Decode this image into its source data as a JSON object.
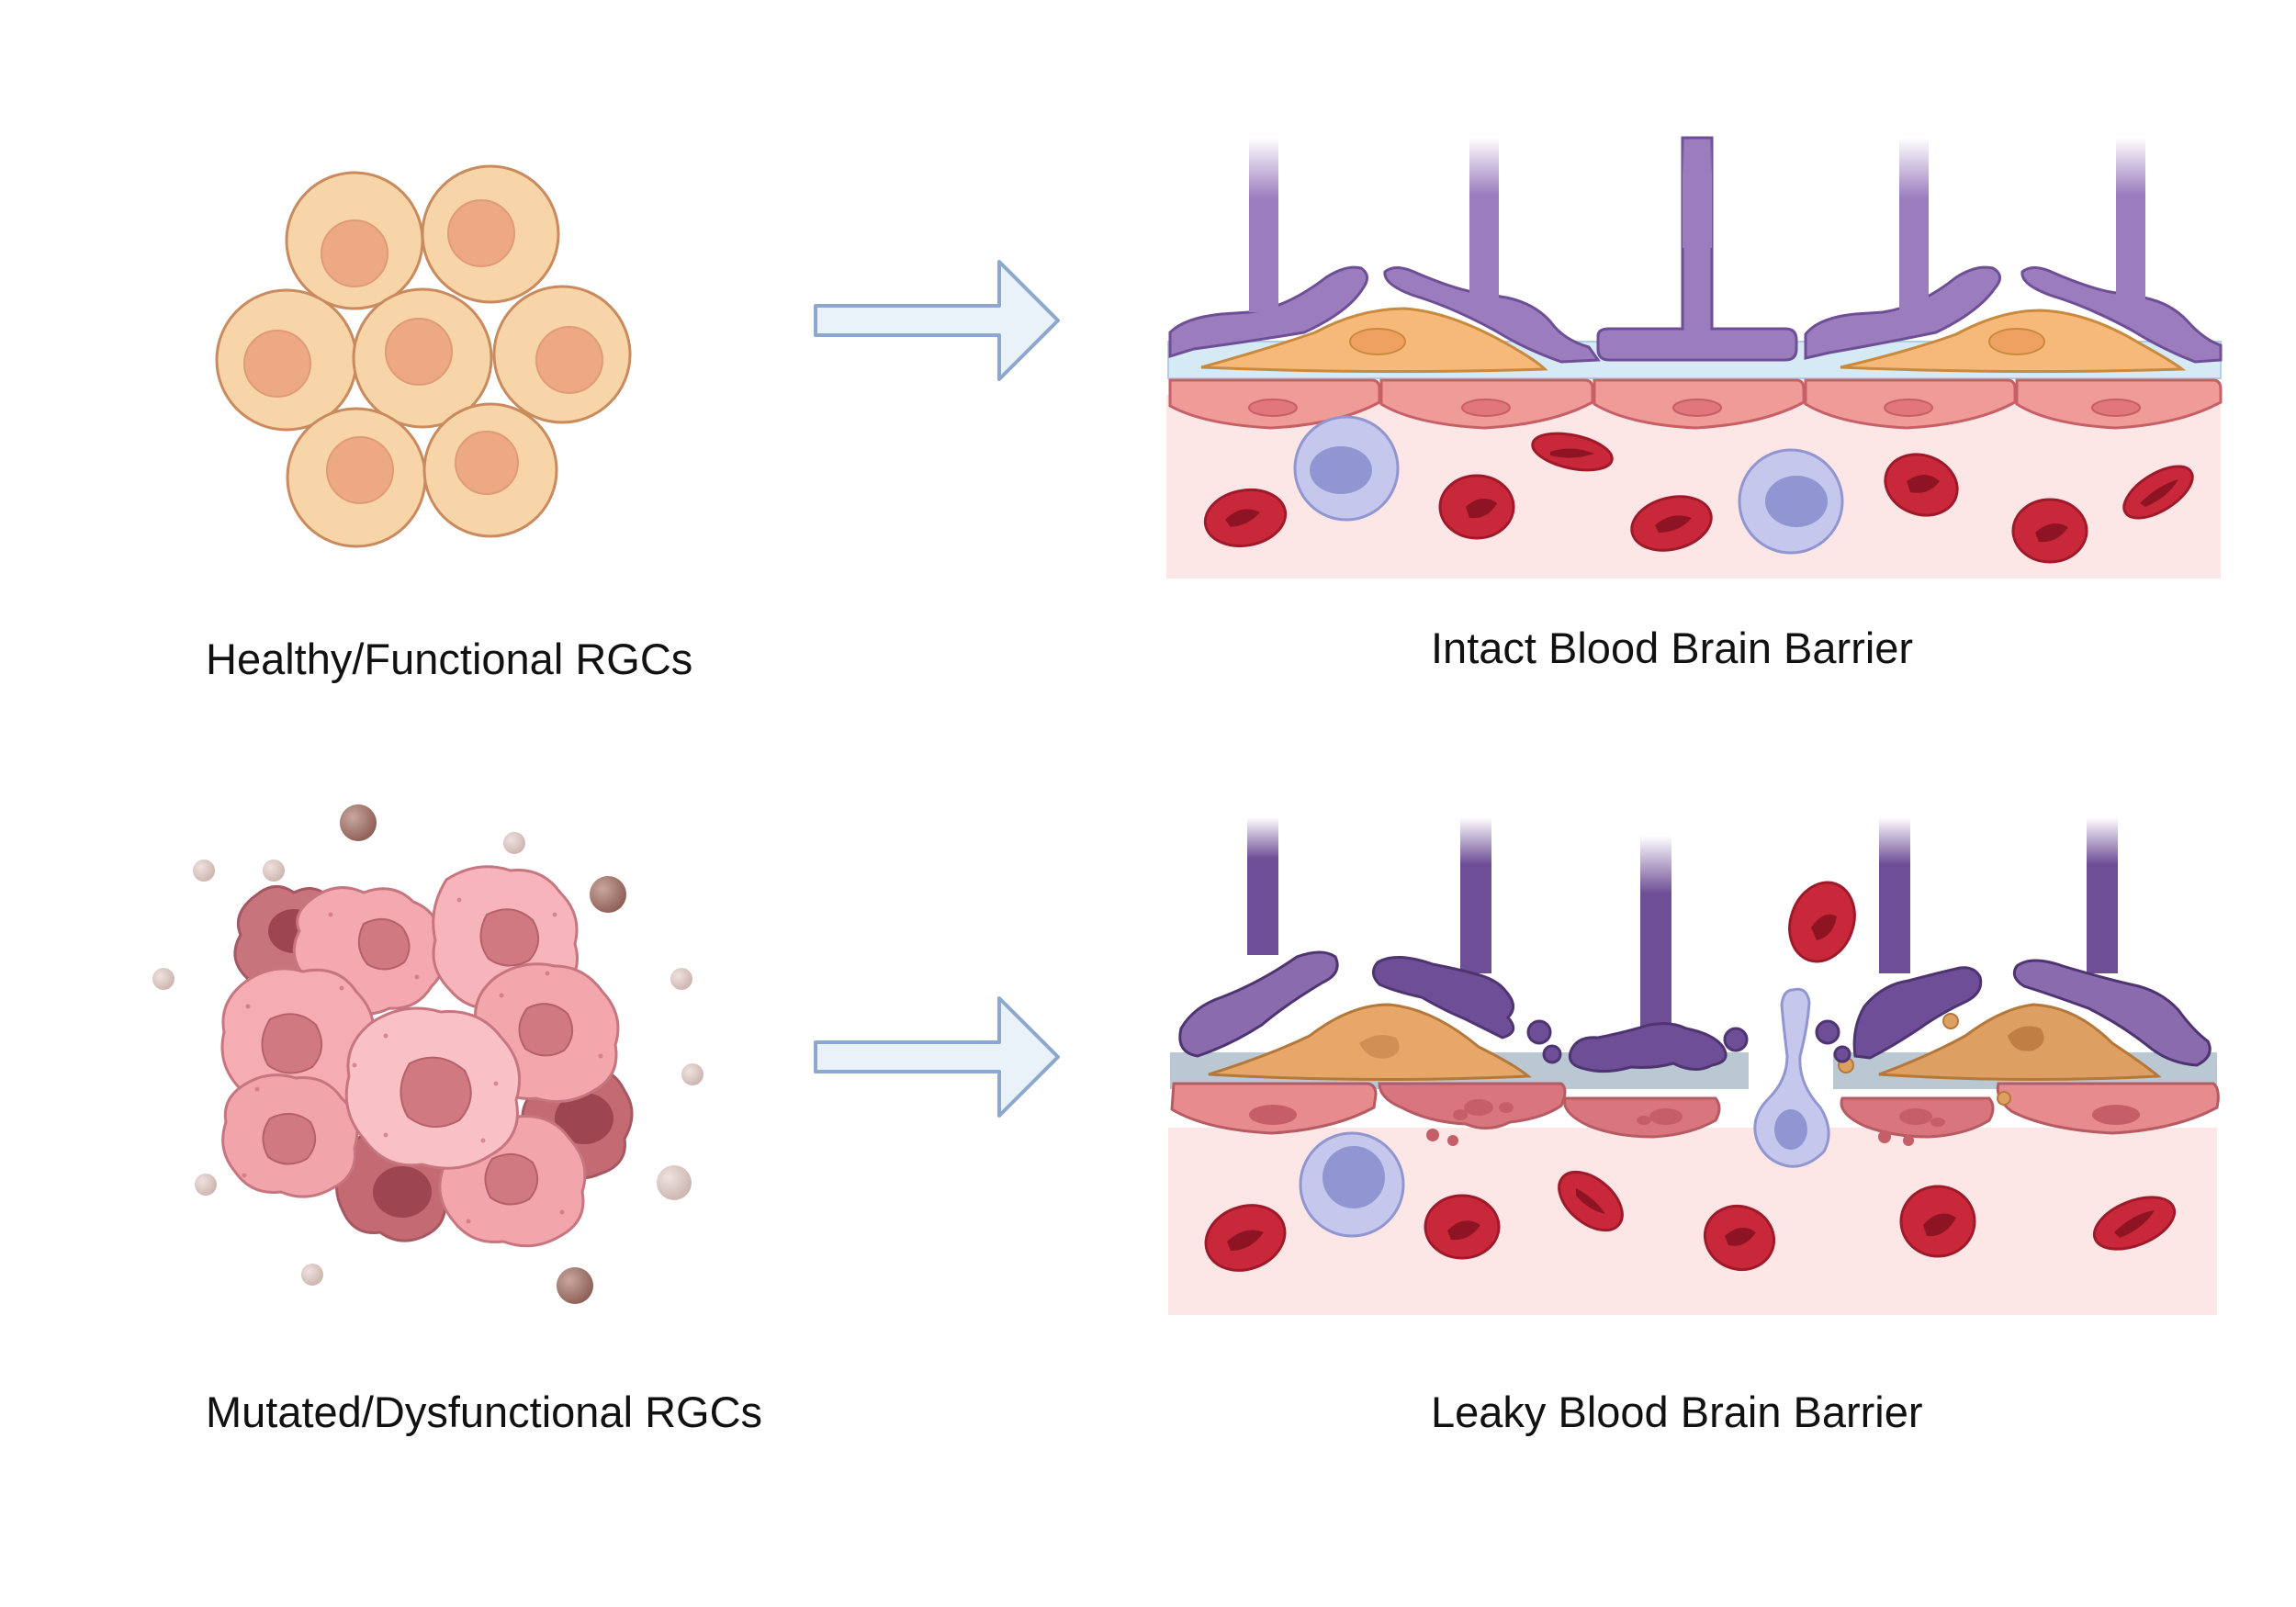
{
  "labels": {
    "healthy_rgcs": "Healthy/Functional RGCs",
    "intact_bbb": "Intact Blood Brain Barrier",
    "mutated_rgcs": "Mutated/Dysfunctional RGCs",
    "leaky_bbb": "Leaky Blood Brain Barrier"
  },
  "colors": {
    "healthy_cell": "#F8D5A8",
    "healthy_nucleus": "#EDA984",
    "astrocyte": "#9B7DBE",
    "astrocyte_damaged": "#6E4E96",
    "pericyte": "#F6B979",
    "endothelial": "#EF9B98",
    "lumen": "#FCE6E6",
    "basement_membrane": "#D6EAF5",
    "red_blood_cell": "#C8283A",
    "immune_cell": "#AEB3E2",
    "mutated_cell": "#F3A9AF",
    "arrow_fill": "#E9F1F9",
    "arrow_stroke": "#8DA8CC"
  }
}
